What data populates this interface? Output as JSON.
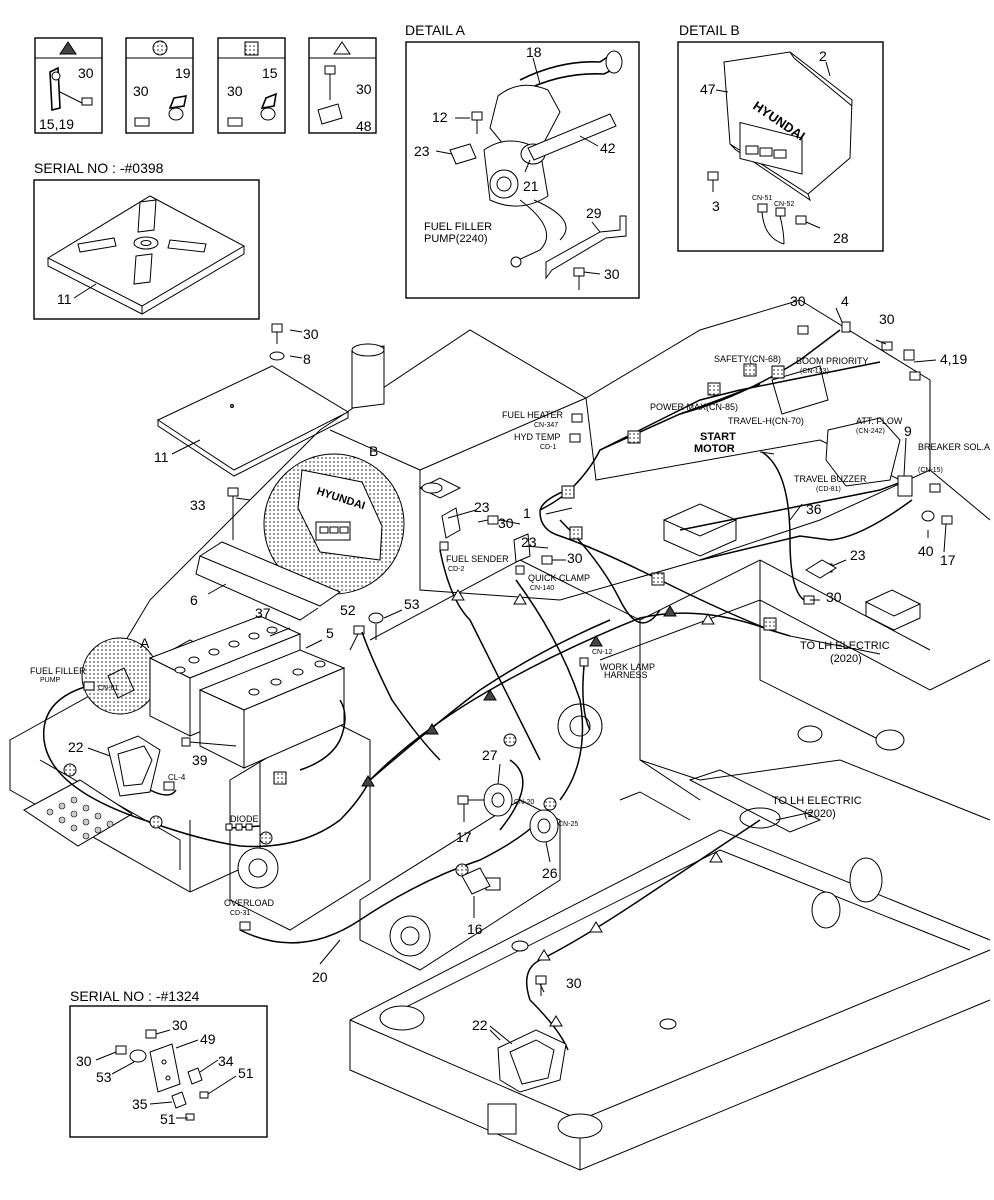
{
  "legend_boxes": [
    {
      "symbol": "triangle-filled",
      "labels": [
        "30",
        "15,19"
      ]
    },
    {
      "symbol": "circle-dotted",
      "labels": [
        "30",
        "19"
      ]
    },
    {
      "symbol": "square-dotted",
      "labels": [
        "30",
        "15"
      ]
    },
    {
      "symbol": "triangle",
      "labels": [
        "30",
        "48"
      ]
    }
  ],
  "serial_0398": {
    "title": "SERIAL NO : -#0398",
    "part": "11"
  },
  "detail_a": {
    "title": "DETAIL A",
    "caption_line1": "FUEL FILLER",
    "caption_line2": "PUMP(2240)",
    "parts": [
      "18",
      "12",
      "23",
      "42",
      "21",
      "29",
      "30"
    ]
  },
  "detail_b": {
    "title": "DETAIL B",
    "brand": "HYUNDAI",
    "connectors": [
      "CN-51",
      "CN-52"
    ],
    "parts": [
      "47",
      "2",
      "3",
      "28"
    ]
  },
  "serial_1324": {
    "title": "SERIAL NO : -#1324",
    "parts": [
      "30",
      "49",
      "30",
      "34",
      "53",
      "51",
      "35",
      "51"
    ]
  },
  "main": {
    "detail_marker_a": "A",
    "detail_marker_b": "B",
    "ecu_brand": "HYUNDAI",
    "part_labels": {
      "p30_top": "30",
      "p8": "8",
      "p11": "11",
      "p33": "33",
      "p6": "6",
      "p37": "37",
      "p52": "52",
      "p53": "53",
      "p5": "5",
      "p22": "22",
      "p39": "39",
      "p23a": "23",
      "p30a": "30",
      "p23b": "23",
      "p30b": "30",
      "p1": "1",
      "p30c": "30",
      "p4": "4",
      "p30d": "30",
      "p419": "4,19",
      "p9": "9",
      "p36": "36",
      "p23c": "23",
      "p30e": "30",
      "p40": "40",
      "p17a": "17",
      "p27": "27",
      "p17b": "17",
      "p26": "26",
      "p16": "16",
      "p20": "20",
      "p30f": "30",
      "p22b": "22"
    },
    "callouts": {
      "fuel_heater": "FUEL HEATER",
      "fuel_heater_cn": "CN-347",
      "hyd_temp": "HYD TEMP",
      "hyd_temp_cn": "CD-1",
      "power_max": "POWER MAX(CN-85)",
      "safety": "SAFETY(CN-68)",
      "boom_priority": "BOOM PRIORITY",
      "boom_priority_cn": "(CN-133)",
      "travel_h": "TRAVEL-H(CN-70)",
      "start_motor_1": "START",
      "start_motor_2": "MOTOR",
      "att_flow": "ATT. FLOW",
      "att_flow_cn": "(CN-242)",
      "breaker_sol": "BREAKER SOL.A",
      "breaker_sol_cn": "(CN-15)",
      "travel_buzzer": "TRAVEL BUZZER",
      "travel_buzzer_cn": "(CD-81)",
      "fuel_sender": "FUEL SENDER",
      "fuel_sender_cn": "CD-2",
      "quick_clamp": "QUICK CLAMP",
      "quick_clamp_cn": "CN-140",
      "to_lh_1": "TO LH ELECTRIC",
      "to_lh_1_sub": "(2020)",
      "cn12": "CN-12",
      "work_lamp_1": "WORK LAMP",
      "work_lamp_2": "HARNESS",
      "fuel_filler_1": "FUEL FILLER",
      "fuel_filler_2": "PUMP",
      "cn61": "CN-61",
      "cl4": "CL-4",
      "diode": "DIODE",
      "cn20": "CN-20",
      "cn25": "CN-25",
      "to_lh_2": "TO LH ELECTRIC",
      "to_lh_2_sub": "(2020)",
      "overload": "OVERLOAD",
      "overload_cn": "CD-31"
    }
  }
}
